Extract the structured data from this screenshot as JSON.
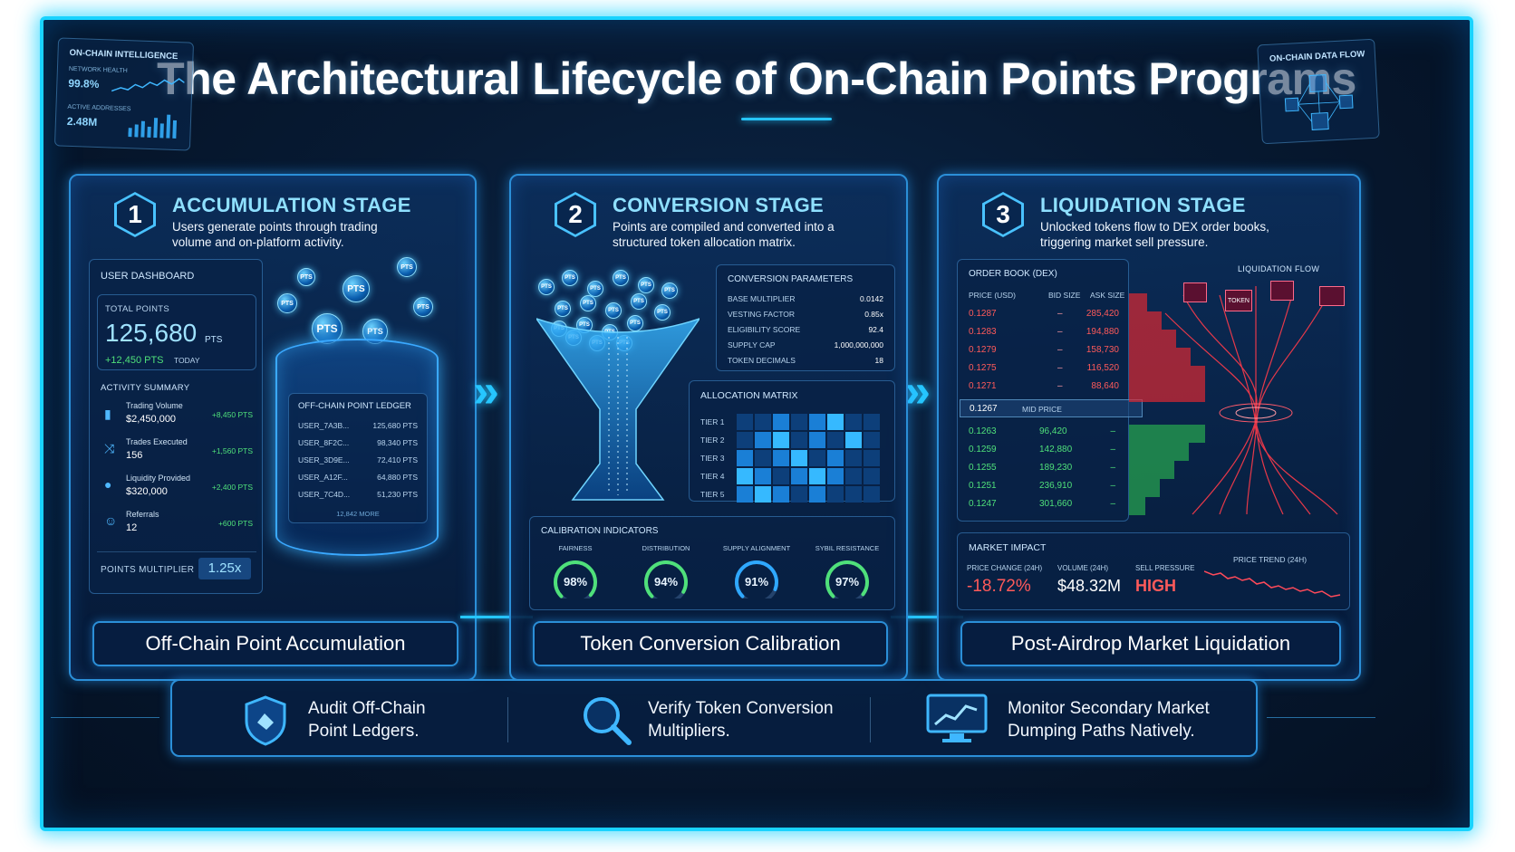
{
  "title": "The Architectural Lifecycle of On-Chain Points Programs",
  "intel_panel": {
    "heading": "ON-CHAIN INTELLIGENCE",
    "network_health_label": "NETWORK HEALTH",
    "network_health_value": "99.8%",
    "active_addresses_label": "ACTIVE ADDRESSES",
    "active_addresses_value": "2.48M"
  },
  "data_flow_panel": {
    "heading": "ON-CHAIN DATA FLOW"
  },
  "stage1": {
    "number": "1",
    "title": "ACCUMULATION STAGE",
    "description": "Users generate points through trading volume and on-platform activity.",
    "dashboard_title": "USER DASHBOARD",
    "total_points_label": "TOTAL POINTS",
    "total_points_value": "125,680",
    "total_points_unit": "PTS",
    "today_delta": "+12,450 PTS",
    "today_label": "TODAY",
    "activity_title": "ACTIVITY SUMMARY",
    "activities": [
      {
        "label": "Trading Volume",
        "value": "$2,450,000",
        "points": "+8,450 PTS"
      },
      {
        "label": "Trades Executed",
        "value": "156",
        "points": "+1,560 PTS"
      },
      {
        "label": "Liquidity Provided",
        "value": "$320,000",
        "points": "+2,400 PTS"
      },
      {
        "label": "Referrals",
        "value": "12",
        "points": "+600 PTS"
      }
    ],
    "multiplier_label": "POINTS MULTIPLIER",
    "multiplier_value": "1.25x",
    "ledger_title": "OFF-CHAIN POINT LEDGER",
    "ledger": [
      {
        "user": "USER_7A3B...",
        "points": "125,680 PTS"
      },
      {
        "user": "USER_8F2C...",
        "points": "98,340 PTS"
      },
      {
        "user": "USER_3D9E...",
        "points": "72,410 PTS"
      },
      {
        "user": "USER_A12F...",
        "points": "64,880 PTS"
      },
      {
        "user": "USER_7C4D...",
        "points": "51,230 PTS"
      }
    ],
    "ledger_more": "12,842 MORE",
    "bubble_label": "PTS",
    "footer": "Off-Chain Point Accumulation"
  },
  "stage2": {
    "number": "2",
    "title": "CONVERSION STAGE",
    "description": "Points are compiled and converted into a structured token allocation matrix.",
    "params_title": "CONVERSION PARAMETERS",
    "params": [
      {
        "label": "BASE MULTIPLIER",
        "value": "0.0142"
      },
      {
        "label": "VESTING FACTOR",
        "value": "0.85x"
      },
      {
        "label": "ELIGIBILITY SCORE",
        "value": "92.4"
      },
      {
        "label": "SUPPLY CAP",
        "value": "1,000,000,000"
      },
      {
        "label": "TOKEN DECIMALS",
        "value": "18"
      }
    ],
    "matrix_title": "ALLOCATION MATRIX",
    "tiers": [
      "TIER 1",
      "TIER 2",
      "TIER 3",
      "TIER 4",
      "TIER 5"
    ],
    "matrix_levels": [
      [
        1,
        1,
        2,
        1,
        2,
        3,
        1,
        1
      ],
      [
        1,
        2,
        3,
        1,
        2,
        1,
        3,
        1
      ],
      [
        2,
        1,
        2,
        3,
        1,
        2,
        1,
        1
      ],
      [
        3,
        2,
        1,
        2,
        3,
        2,
        1,
        1
      ],
      [
        2,
        3,
        2,
        1,
        2,
        1,
        1,
        1
      ]
    ],
    "calibration_title": "CALIBRATION INDICATORS",
    "gauges": [
      {
        "label": "FAIRNESS",
        "value": "98%",
        "fraction": 0.98,
        "color": "#4fe07a"
      },
      {
        "label": "DISTRIBUTION",
        "value": "94%",
        "fraction": 0.94,
        "color": "#4fe07a"
      },
      {
        "label": "SUPPLY ALIGNMENT",
        "value": "91%",
        "fraction": 0.91,
        "color": "#2fa8ff"
      },
      {
        "label": "SYBIL RESISTANCE",
        "value": "97%",
        "fraction": 0.97,
        "color": "#4fe07a"
      }
    ],
    "bubble_label": "PTS",
    "footer": "Token Conversion Calibration"
  },
  "stage3": {
    "number": "3",
    "title": "LIQUIDATION STAGE",
    "description": "Unlocked tokens flow to DEX order books, triggering market sell pressure.",
    "orderbook_title": "ORDER BOOK (DEX)",
    "col_price": "PRICE (USD)",
    "col_bid": "BID SIZE",
    "col_ask": "ASK SIZE",
    "asks": [
      {
        "price": "0.1287",
        "bid": "–",
        "ask": "285,420"
      },
      {
        "price": "0.1283",
        "bid": "–",
        "ask": "194,880"
      },
      {
        "price": "0.1279",
        "bid": "–",
        "ask": "158,730"
      },
      {
        "price": "0.1275",
        "bid": "–",
        "ask": "116,520"
      },
      {
        "price": "0.1271",
        "bid": "–",
        "ask": "88,640"
      }
    ],
    "mid_price": "0.1267",
    "mid_label": "MID PRICE",
    "bids": [
      {
        "price": "0.1263",
        "bid": "96,420",
        "ask": "–"
      },
      {
        "price": "0.1259",
        "bid": "142,880",
        "ask": "–"
      },
      {
        "price": "0.1255",
        "bid": "189,230",
        "ask": "–"
      },
      {
        "price": "0.1251",
        "bid": "236,910",
        "ask": "–"
      },
      {
        "price": "0.1247",
        "bid": "301,660",
        "ask": "–"
      }
    ],
    "flow_title": "LIQUIDATION FLOW",
    "token_label": "TOKEN",
    "impact_title": "MARKET IMPACT",
    "price_change_label": "PRICE CHANGE (24H)",
    "price_change_value": "-18.72%",
    "volume_label": "VOLUME (24H)",
    "volume_value": "$48.32M",
    "sell_pressure_label": "SELL PRESSURE",
    "sell_pressure_value": "HIGH",
    "trend_label": "PRICE TREND (24H)",
    "footer": "Post-Airdrop Market Liquidation"
  },
  "actions": [
    {
      "icon": "shield-icon",
      "text_line1": "Audit Off-Chain",
      "text_line2": "Point Ledgers."
    },
    {
      "icon": "magnifier-icon",
      "text_line1": "Verify Token Conversion",
      "text_line2": "Multipliers."
    },
    {
      "icon": "monitor-chart-icon",
      "text_line1": "Monitor Secondary Market",
      "text_line2": "Dumping Paths Natively."
    }
  ],
  "colors": {
    "accent": "#19d3ff",
    "panel_border": "#2b8fd8",
    "background": "#071a33",
    "positive": "#4fe07a",
    "negative": "#ff5a5a"
  }
}
